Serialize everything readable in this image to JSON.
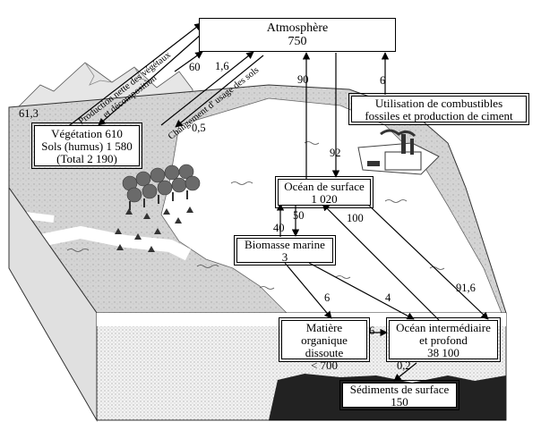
{
  "nodes": {
    "atmosphere": {
      "name": "Atmosphère",
      "value": "750"
    },
    "vegetation": {
      "line1": "Végétation 610",
      "line2": "Sols (humus) 1 580",
      "line3": "(Total 2 190)"
    },
    "fuels": {
      "line1": "Utilisation de combustibles",
      "line2": "fossiles et production de ciment"
    },
    "surface_ocean": {
      "name": "Océan de surface",
      "value": "1 020"
    },
    "marine_biomass": {
      "name": "Biomasse marine",
      "value": "3"
    },
    "dissolved_organic": {
      "line1": "Matière organique",
      "line2": "dissoute",
      "line3": "< 700"
    },
    "deep_ocean": {
      "line1": "Océan intermédiaire",
      "line2": "et profond",
      "line3": "38 100"
    },
    "sediments": {
      "name": "Sédiments de surface",
      "value": "150"
    }
  },
  "flows": {
    "land_atm_left": "61,3",
    "land_atm_mid": "60",
    "landuse": "1,6",
    "landuse_small": "0,5",
    "ocean_to_atm": "90",
    "atm_to_ocean": "92",
    "fuel": "6",
    "surf_to_bio": "40",
    "bio_to_surf": "50",
    "deep_to_surf": "100",
    "surf_to_deep": "91,6",
    "bio_to_dom": "6",
    "bio_to_deep": "4",
    "dom_to_deep": "6",
    "deep_to_sed": "0,2"
  },
  "rotated_labels": {
    "production_1": "Production nette des végétaux",
    "production_2": "et décomposition",
    "landuse": "Changement d' usage des sols"
  }
}
